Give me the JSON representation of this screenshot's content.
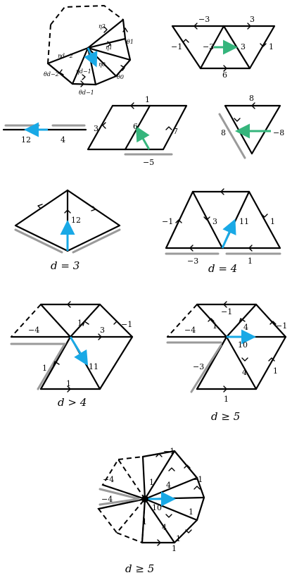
{
  "colors": {
    "blue": "#19a9e6",
    "green": "#35b57c",
    "gray": "#9a9a9a",
    "ink": "#000000"
  },
  "p1": {
    "eta2": "η2",
    "eta1": "η1",
    "eta0": "η0",
    "eta_d2": "ηd−2",
    "eta_d1": "ηd−1",
    "theta1": "θ1",
    "theta0": "θ0",
    "theta_d2": "θd−2",
    "theta_d1": "θd−1"
  },
  "p2": {
    "l_top_left": "−3",
    "l_top_right": "3",
    "l_left": "−1",
    "l_mid_left": "−3",
    "l_mid_right": "3",
    "l_right": "1",
    "l_bottom": "6"
  },
  "p3": {
    "l_left": "12",
    "l_right": "4"
  },
  "p4": {
    "l_top": "1",
    "l_left": "3",
    "l_mid": "6",
    "l_right": "7",
    "l_bottom": "−5"
  },
  "p5": {
    "l_top": "8",
    "l_left": "8",
    "l_right": "−8"
  },
  "p6": {
    "l_arrow": "12",
    "caption": "d = 3"
  },
  "p7": {
    "l_left": "−1",
    "l_mid": "3",
    "l_arrow": "11",
    "l_right": "1",
    "l_bottom_left": "−3",
    "l_bottom_right": "1",
    "caption": "d = 4"
  },
  "p8": {
    "l_top": "1",
    "l_top_right": "−1",
    "l_left": "−4",
    "l_mid": "3",
    "l_lower_left": "1",
    "l_arrow": "11",
    "l_bottom": "1",
    "caption": "d > 4"
  },
  "p9": {
    "l_top": "−1",
    "l_upper_left": "1",
    "l_upper_mid": "4",
    "l_top_right": "−1",
    "l_left": "−4",
    "l_arrow": "10",
    "l_lower_left": "−3",
    "l_lower_mid": "4",
    "l_lower_right": "1",
    "l_bottom": "1",
    "caption": "d ≥ 5"
  },
  "p10": {
    "l_top": "−1",
    "l_upper_left": "1",
    "l_upper_mid": "4",
    "l_right_top": "−1",
    "l_left_a": "−4",
    "l_left_b": "−4",
    "l_arrow": "10",
    "l_right": "1",
    "l_lower_left": "1",
    "l_lower_mid": "4",
    "l_lower_right": "1",
    "l_bottom": "1",
    "caption": "d ≥ 5"
  }
}
